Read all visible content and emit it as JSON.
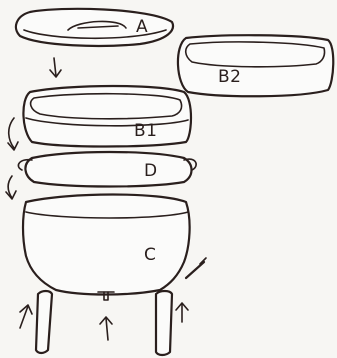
{
  "labels": {
    "lid": "A",
    "tray_b2": "B2",
    "tray_b1": "B1",
    "ring_d": "D",
    "base_c": "C"
  },
  "colors": {
    "background": "#f7f6f3",
    "ink": "#2a1f1d",
    "fill": "#fbfbfa"
  }
}
